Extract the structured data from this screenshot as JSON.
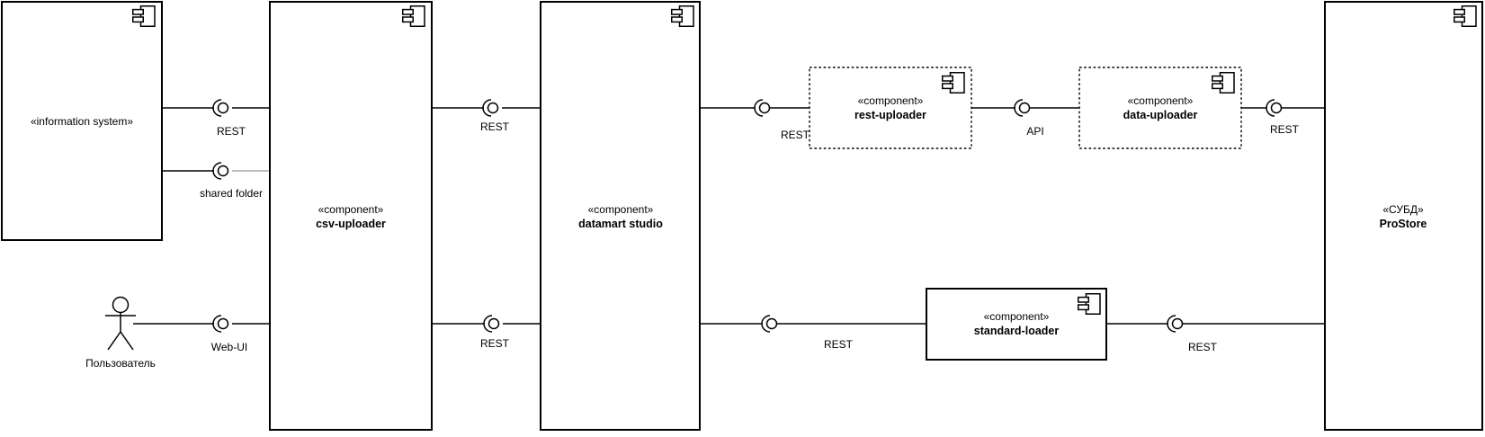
{
  "diagram": {
    "background_color": "#ffffff",
    "stroke_color": "#000000",
    "nodes": {
      "information_system": {
        "title": "«information system»"
      },
      "csv_uploader": {
        "stereotype": "«component»",
        "name": "csv-uploader"
      },
      "datamart_studio": {
        "stereotype": "«component»",
        "name": "datamart studio"
      },
      "rest_uploader": {
        "stereotype": "«component»",
        "name": "rest-uploader"
      },
      "data_uploader": {
        "stereotype": "«component»",
        "name": "data-uploader"
      },
      "standard_loader": {
        "stereotype": "«component»",
        "name": "standard-loader"
      },
      "prostore": {
        "stereotype": "«СУБД»",
        "name": "ProStore"
      }
    },
    "actor": {
      "label": "Пользователь"
    },
    "interfaces": {
      "info_to_csv_rest": "REST",
      "info_to_csv_shared_folder": "shared folder",
      "user_to_csv_webui": "Web-UI",
      "csv_to_datamart_rest_top": "REST",
      "csv_to_datamart_rest_bottom": "REST",
      "datamart_to_rest_uploader_rest": "REST",
      "rest_uploader_to_data_uploader_api": "API",
      "data_uploader_to_prostore_rest": "REST",
      "datamart_to_standard_loader_rest": "REST",
      "standard_loader_to_prostore_rest": "REST"
    }
  }
}
